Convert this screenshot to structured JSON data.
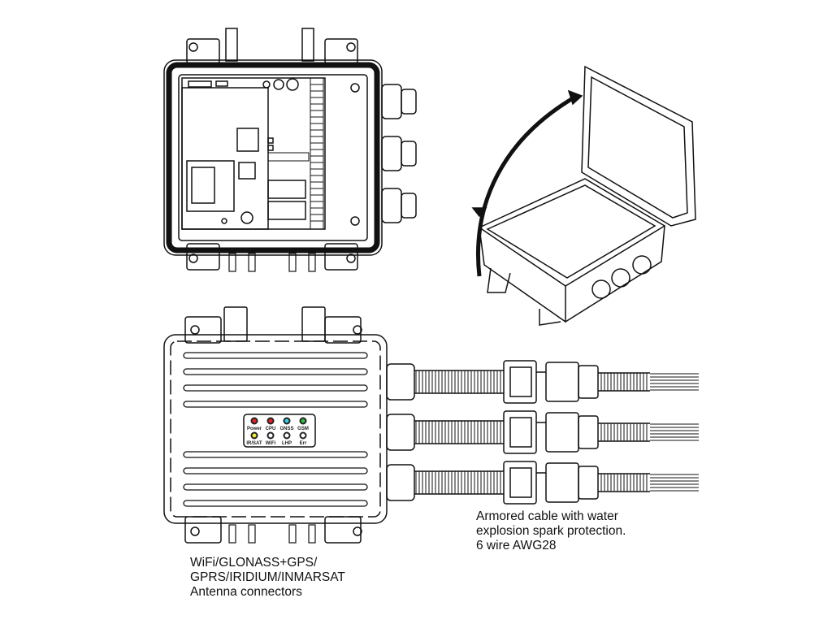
{
  "led_panel": {
    "leds": [
      {
        "label": "Power",
        "color": "#e8202a"
      },
      {
        "label": "CPU",
        "color": "#e8202a"
      },
      {
        "label": "GNSS",
        "color": "#38c8e8"
      },
      {
        "label": "GSM",
        "color": "#30c040"
      },
      {
        "label": "IR/SAT",
        "color": "#f0ea30"
      },
      {
        "label": "WiFi",
        "color": "#ffffff"
      },
      {
        "label": "LHP",
        "color": "#ffffff"
      },
      {
        "label": "Err",
        "color": "#ffffff"
      }
    ]
  },
  "captions": {
    "cable_line1": "Armored cable with water",
    "cable_line2": "explosion spark protection.",
    "cable_line3": "6 wire AWG28",
    "antenna_line1": "WiFi/GLONASS+GPS/",
    "antenna_line2": "GPRS/IRIDIUM/INMARSAT",
    "antenna_line3": "Antenna connectors"
  }
}
